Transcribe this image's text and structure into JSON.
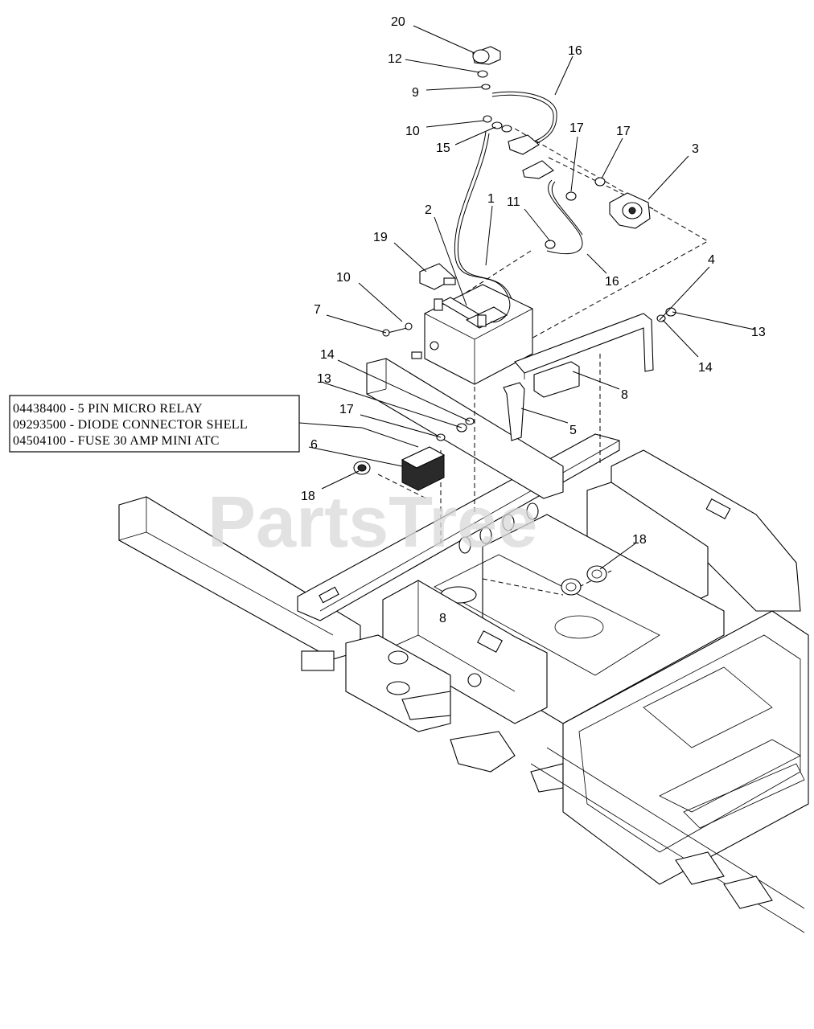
{
  "watermark": "PartsTree",
  "legend_box": {
    "lines": [
      "04438400 - 5 PIN MICRO RELAY",
      "09293500 - DIODE CONNECTOR SHELL",
      "04504100 - FUSE 30 AMP MINI ATC"
    ]
  },
  "callouts": [
    {
      "id": "c20",
      "label": "20"
    },
    {
      "id": "c12",
      "label": "12"
    },
    {
      "id": "c9",
      "label": "9"
    },
    {
      "id": "c16a",
      "label": "16"
    },
    {
      "id": "c10a",
      "label": "10"
    },
    {
      "id": "c15",
      "label": "15"
    },
    {
      "id": "c17a",
      "label": "17"
    },
    {
      "id": "c17b",
      "label": "17"
    },
    {
      "id": "c3",
      "label": "3"
    },
    {
      "id": "c1",
      "label": "1"
    },
    {
      "id": "c11",
      "label": "11"
    },
    {
      "id": "c2",
      "label": "2"
    },
    {
      "id": "c19",
      "label": "19"
    },
    {
      "id": "c16b",
      "label": "16"
    },
    {
      "id": "c4",
      "label": "4"
    },
    {
      "id": "c10b",
      "label": "10"
    },
    {
      "id": "c7",
      "label": "7"
    },
    {
      "id": "c13a",
      "label": "13"
    },
    {
      "id": "c14a",
      "label": "14"
    },
    {
      "id": "c14b",
      "label": "14"
    },
    {
      "id": "c13b",
      "label": "13"
    },
    {
      "id": "c17c",
      "label": "17"
    },
    {
      "id": "c8a",
      "label": "8"
    },
    {
      "id": "c5",
      "label": "5"
    },
    {
      "id": "c6",
      "label": "6"
    },
    {
      "id": "c18a",
      "label": "18"
    },
    {
      "id": "c18b",
      "label": "18"
    },
    {
      "id": "c8b",
      "label": "8"
    }
  ]
}
